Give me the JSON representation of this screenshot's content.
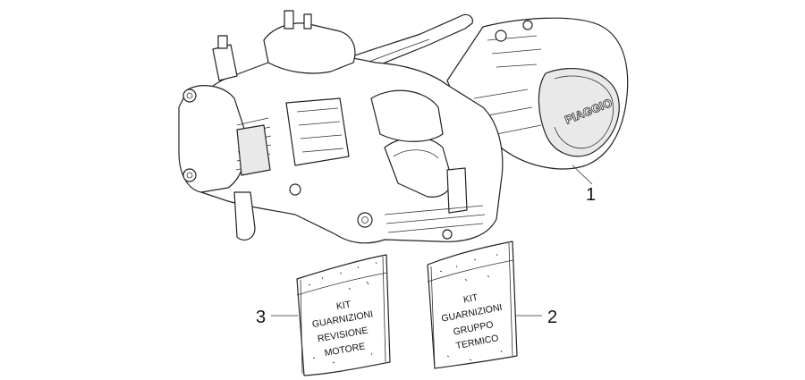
{
  "engine": {
    "logo_text": "PIAGGIO",
    "callout_number": "1"
  },
  "kit_revisione": {
    "lines": [
      "KIT",
      "GUARNIZIONI",
      "REVISIONE",
      "MOTORE"
    ],
    "callout_number": "3"
  },
  "kit_gruppo": {
    "lines": [
      "KIT",
      "GUARNIZIONI",
      "GRUPPO",
      "TERMICO"
    ],
    "callout_number": "2"
  }
}
